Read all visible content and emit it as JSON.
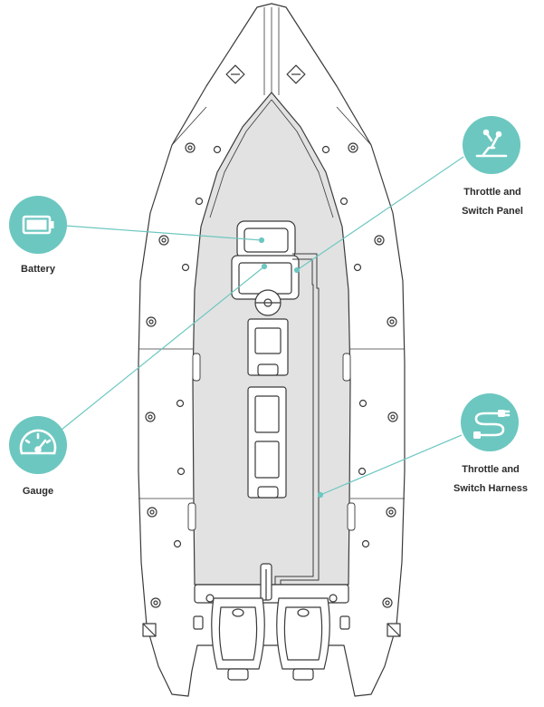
{
  "diagram": {
    "accent_color": "#6cc7c0",
    "line_color": "#3a3a3a",
    "deck_color": "#e2e2e2",
    "callouts": [
      {
        "id": "battery",
        "label_line1": "Battery",
        "label_line2": "",
        "icon": "battery-icon"
      },
      {
        "id": "gauge",
        "label_line1": "Gauge",
        "label_line2": "",
        "icon": "gauge-icon"
      },
      {
        "id": "throttle-panel",
        "label_line1": "Throttle and",
        "label_line2": "Switch Panel",
        "icon": "throttle-lever-icon"
      },
      {
        "id": "throttle-harness",
        "label_line1": "Throttle and",
        "label_line2": "Switch Harness",
        "icon": "cable-harness-icon"
      }
    ]
  }
}
